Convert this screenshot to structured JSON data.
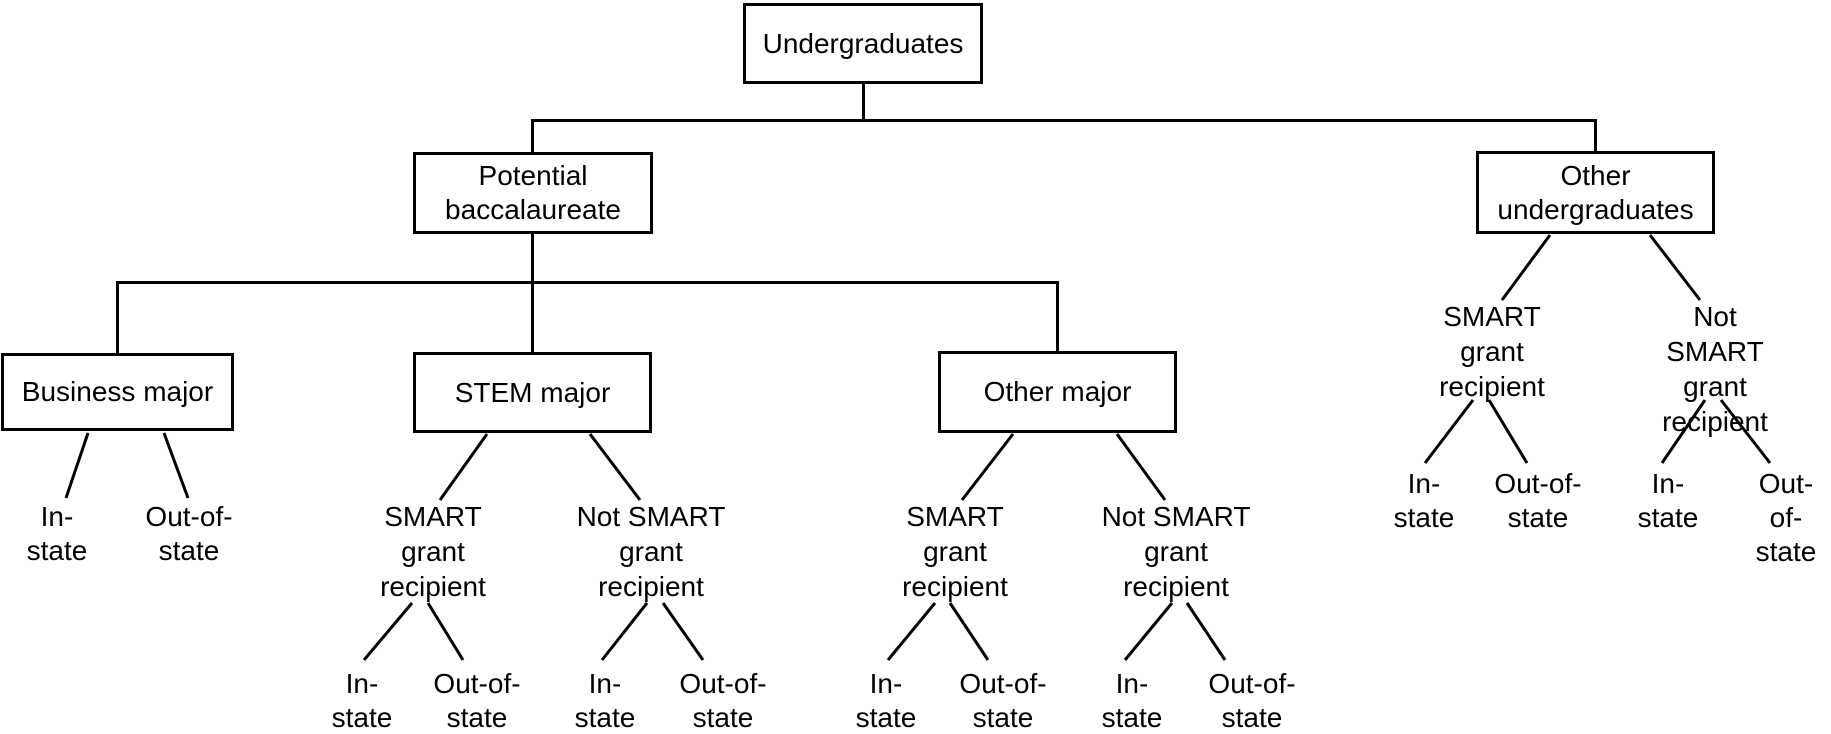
{
  "colors": {
    "background": "#ffffff",
    "line": "#000000",
    "text": "#000000"
  },
  "tree": {
    "root": {
      "label": "Undergraduates",
      "children": [
        {
          "label": "Potential\nbaccalaureate",
          "children": [
            {
              "label": "Business major",
              "children": [
                {
                  "label": "In-\nstate"
                },
                {
                  "label": "Out-of-\nstate"
                }
              ]
            },
            {
              "label": "STEM major",
              "children": [
                {
                  "label": "SMART\ngrant\nrecipient",
                  "children": [
                    {
                      "label": "In-\nstate"
                    },
                    {
                      "label": "Out-of-\nstate"
                    }
                  ]
                },
                {
                  "label": "Not SMART\ngrant\nrecipient",
                  "children": [
                    {
                      "label": "In-\nstate"
                    },
                    {
                      "label": "Out-of-\nstate"
                    }
                  ]
                }
              ]
            },
            {
              "label": "Other major",
              "children": [
                {
                  "label": "SMART\ngrant\nrecipient",
                  "children": [
                    {
                      "label": "In-\nstate"
                    },
                    {
                      "label": "Out-of-\nstate"
                    }
                  ]
                },
                {
                  "label": "Not SMART\ngrant\nrecipient",
                  "children": [
                    {
                      "label": "In-\nstate"
                    },
                    {
                      "label": "Out-of-\nstate"
                    }
                  ]
                }
              ]
            }
          ]
        },
        {
          "label": "Other\nundergraduates",
          "children": [
            {
              "label": "SMART\ngrant\nrecipient",
              "children": [
                {
                  "label": "In-\nstate"
                },
                {
                  "label": "Out-of-\nstate"
                }
              ]
            },
            {
              "label": "Not SMART\ngrant\nrecipient",
              "children": [
                {
                  "label": "In-\nstate"
                },
                {
                  "label": "Out-of-\nstate"
                }
              ]
            }
          ]
        }
      ]
    }
  }
}
